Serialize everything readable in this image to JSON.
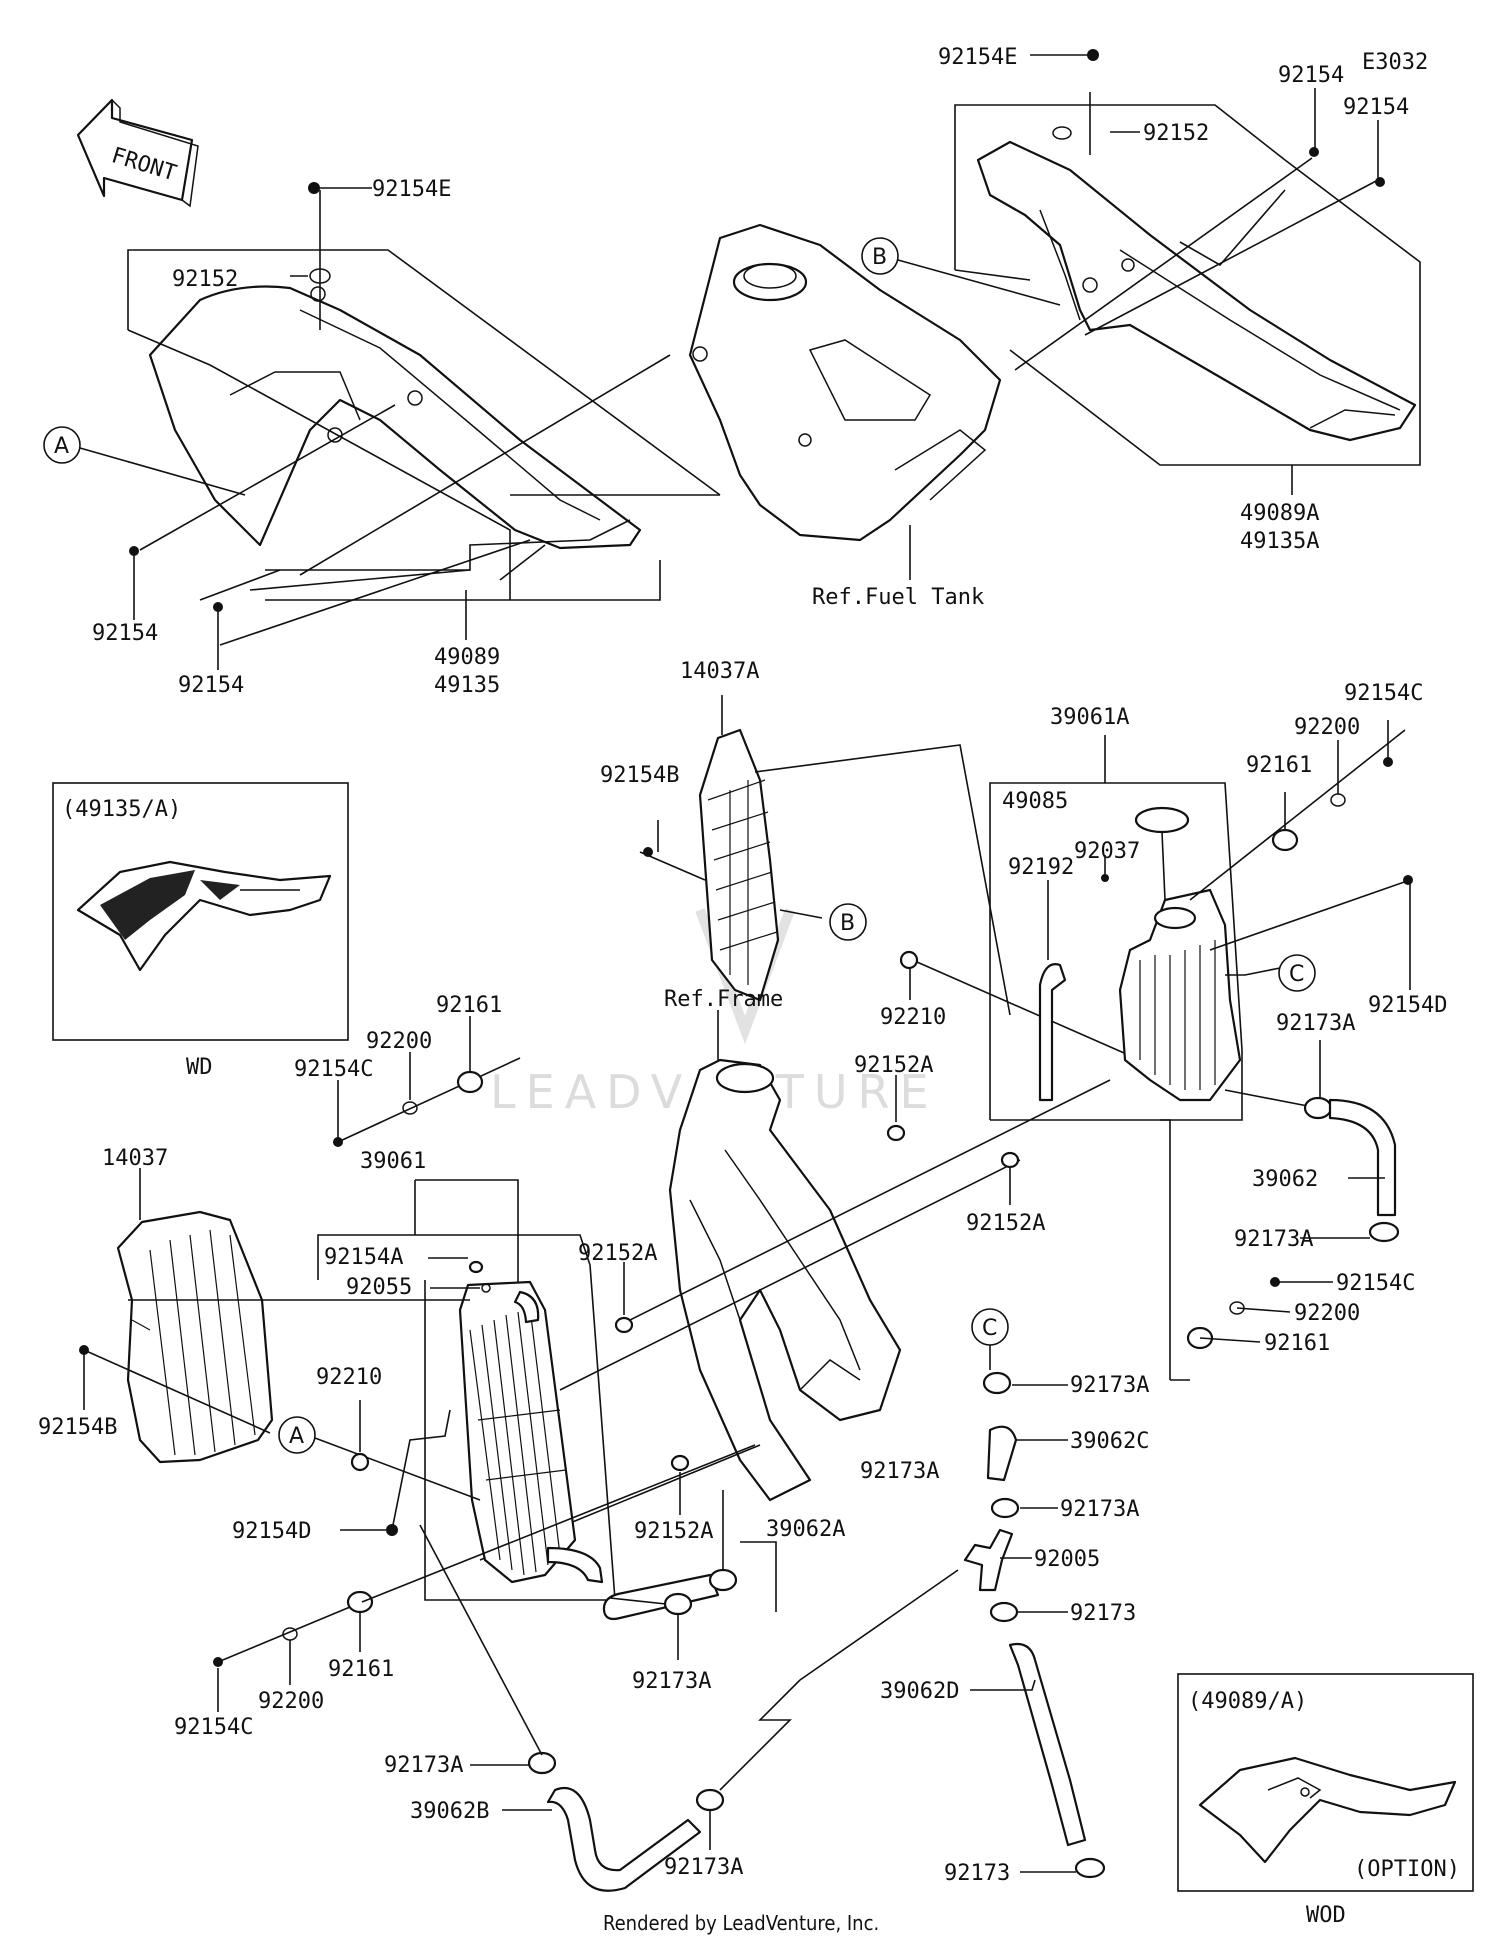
{
  "diagram_code": "E3032",
  "front_label": "FRONT",
  "footer": "Rendered by LeadVenture, Inc.",
  "watermark": "LEADVENTURE",
  "ref_labels": {
    "fuel_tank": "Ref.Fuel Tank",
    "frame": "Ref.Frame"
  },
  "callouts": {
    "a": "A",
    "b": "B",
    "c": "C"
  },
  "variant_boxes": {
    "wd": {
      "title": "(49135/A)",
      "caption": "WD"
    },
    "wod": {
      "title": "(49089/A)",
      "option": "(OPTION)",
      "caption": "WOD"
    }
  },
  "parts": {
    "p92154E_top": "92154E",
    "p92152_top": "92152",
    "p92154_tr1": "92154",
    "p92154_tr2": "92154",
    "p92154E_left": "92154E",
    "p92152_left": "92152",
    "p92154_l1": "92154",
    "p92154_l2": "92154",
    "p49089": "49089",
    "p49135": "49135",
    "p49089A": "49089A",
    "p49135A": "49135A",
    "p14037A": "14037A",
    "p92154B_mid": "92154B",
    "p92210_mid": "92210",
    "p39061A": "39061A",
    "p49085": "49085",
    "p92037": "92037",
    "p92192": "92192",
    "p92161_r": "92161",
    "p92200_r": "92200",
    "p92154C_r": "92154C",
    "p92154D_r": "92154D",
    "p92173A_r": "92173A",
    "p39062": "39062",
    "p92173A_r2": "92173A",
    "p92154C_r2": "92154C",
    "p92200_r2": "92200",
    "p92161_r2": "92161",
    "p92152A_1": "92152A",
    "p92152A_2": "92152A",
    "p92152A_3": "92152A",
    "p92152A_4": "92152A",
    "p92161_l": "92161",
    "p92200_l": "92200",
    "p92154C_l": "92154C",
    "p39061": "39061",
    "p14037": "14037",
    "p92154A": "92154A",
    "p92055": "92055",
    "p92210_l": "92210",
    "p92154B_l": "92154B",
    "p92154D_l": "92154D",
    "p92173A_c1": "92173A",
    "p39062C": "39062C",
    "p92173A_c2": "92173A",
    "p92005": "92005",
    "p92173_1": "92173",
    "p39062D": "39062D",
    "p92173_2": "92173",
    "p39062A": "39062A",
    "p92173A_a1": "92173A",
    "p92173A_a2": "92173A",
    "p92161_b": "92161",
    "p92200_b": "92200",
    "p92154C_b": "92154C",
    "p92173A_b1": "92173A",
    "p39062B": "39062B",
    "p92173A_b2": "92173A"
  }
}
